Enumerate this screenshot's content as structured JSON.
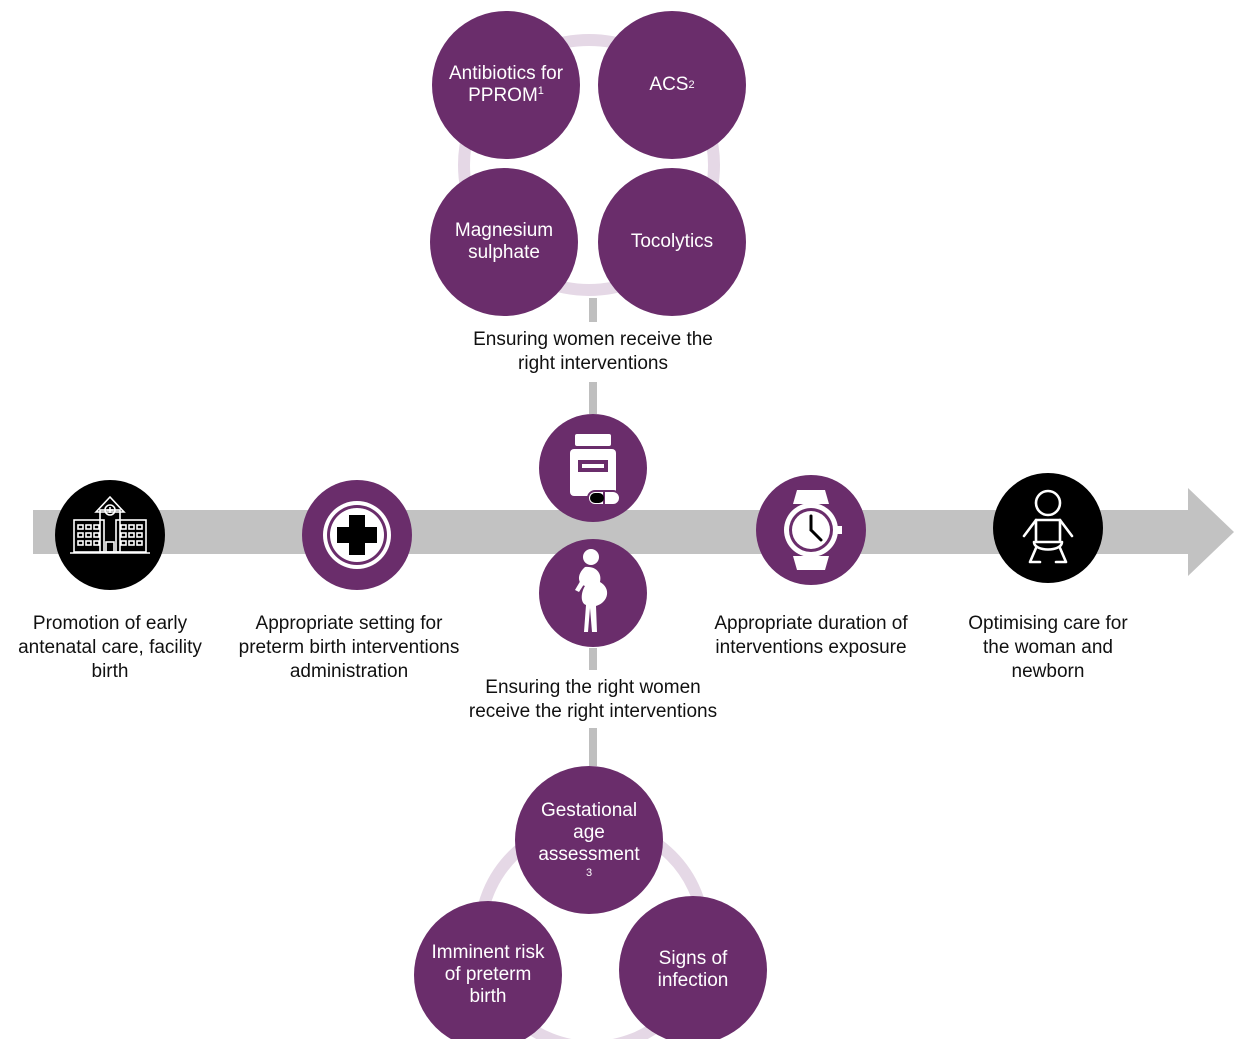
{
  "colors": {
    "purple": "#6a2d6b",
    "light_purple": "#e5d8e6",
    "arrow": "#c2c2c2",
    "black": "#000000",
    "connector": "#bfbfbf"
  },
  "steps": [
    {
      "icon": "hospital-icon",
      "caption": [
        "Promotion of early",
        "antenatal care, facility",
        "birth"
      ]
    },
    {
      "icon": "medical-cross-icon",
      "caption": [
        "Appropriate setting for",
        "preterm birth interventions",
        "administration"
      ]
    },
    {
      "icon": "pill-bottle-icon"
    },
    {
      "icon": "pregnant-woman-icon"
    },
    {
      "icon": "wristwatch-icon",
      "caption": [
        "Appropriate duration of",
        "interventions exposure"
      ]
    },
    {
      "icon": "baby-icon",
      "caption": [
        "Optimising care for",
        "the woman and",
        "newborn"
      ]
    }
  ],
  "top_cluster": {
    "caption": [
      "Ensuring women receive the",
      "right interventions"
    ],
    "circles": [
      {
        "text": "Antibiotics for",
        "text2": "PPROM",
        "sup": "1"
      },
      {
        "text": "ACS",
        "sup": "2"
      },
      {
        "text": "Magnesium",
        "text2": "sulphate"
      },
      {
        "text": "Tocolytics"
      }
    ]
  },
  "bottom_cluster": {
    "caption": [
      "Ensuring the right women",
      "receive the right interventions"
    ],
    "circles": [
      {
        "lines": [
          "Gestational",
          "age",
          "assessment"
        ],
        "sup_line": "3"
      },
      {
        "lines": [
          "Imminent risk",
          "of preterm",
          "birth"
        ]
      },
      {
        "lines": [
          "Signs of",
          "infection"
        ]
      }
    ]
  }
}
